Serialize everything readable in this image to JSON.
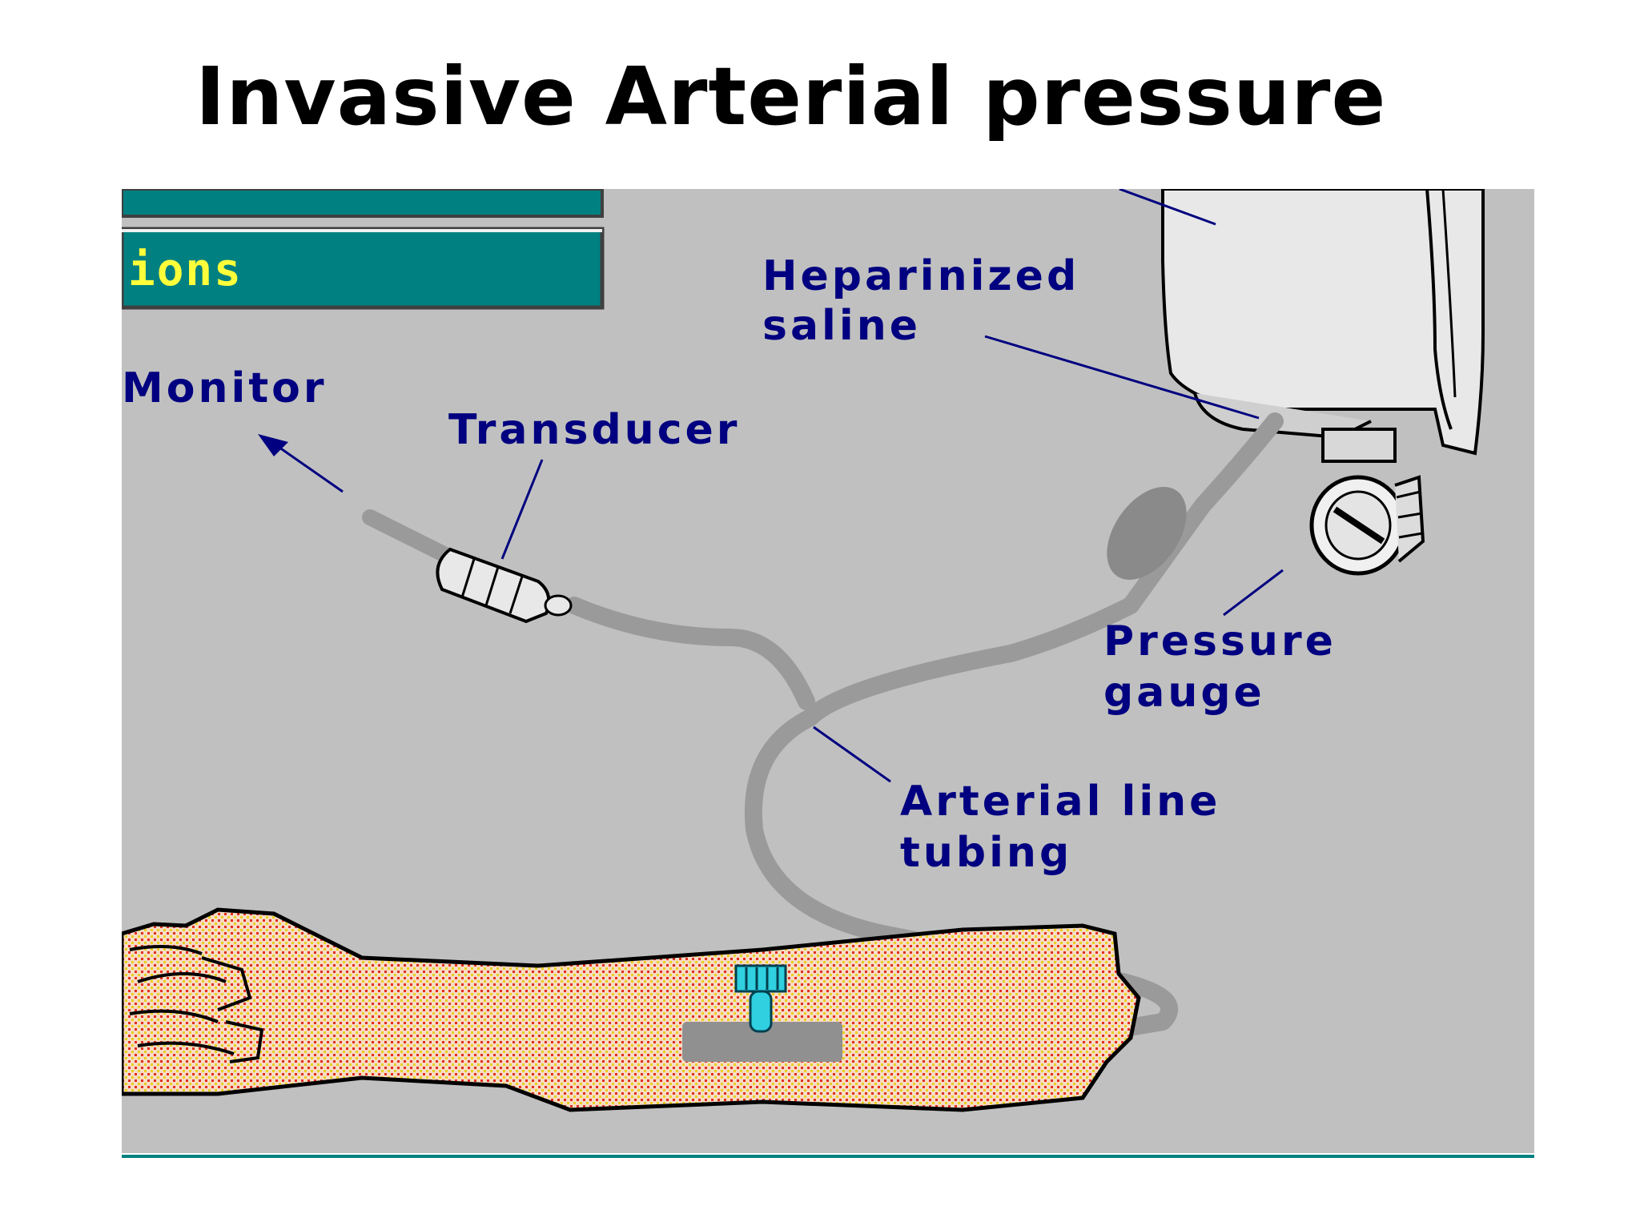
{
  "title": "Invasive Arterial pressure",
  "menu": {
    "item_1": "",
    "item_2": "ions"
  },
  "labels": {
    "heparinized": "Heparinized",
    "saline": "saline",
    "monitor": "Monitor",
    "transducer": "Transducer",
    "pressure": "Pressure",
    "gauge": "gauge",
    "arterial_line": "Arterial line",
    "tubing": "tubing"
  },
  "colors": {
    "background": "#c0c0c0",
    "menu_bar": "#008080",
    "menu_text": "#ffff3a",
    "label_text": "#000080",
    "tubing": "#9a9a9a",
    "arm_skin": "#f8d8c0",
    "catheter_cap": "#30d0e0",
    "rule": "#008080"
  }
}
